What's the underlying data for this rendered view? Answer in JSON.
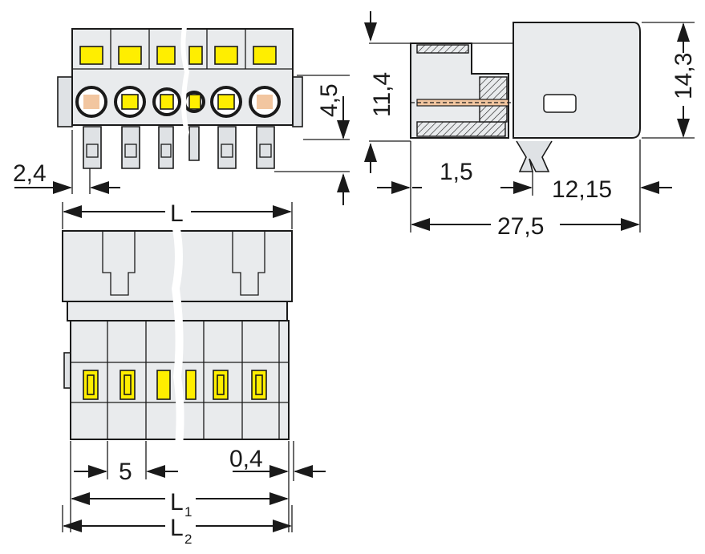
{
  "colors": {
    "housing": "#e9ebed",
    "clamp": "#ffee00",
    "pin": "#f2c6a0",
    "line": "#1a1a1a"
  },
  "dimensions": {
    "pitch_offset": "2,4",
    "clamp_height": "4,5",
    "height_pin": "11,4",
    "height_total": "14,3",
    "pin_setback": "1,5",
    "latch_depth": "12,15",
    "depth_total": "27,5",
    "width_L": "L",
    "pitch": "5",
    "edge_gap": "0,4",
    "width_L1_main": "L",
    "width_L1_sub": "1",
    "width_L2_main": "L",
    "width_L2_sub": "2"
  }
}
